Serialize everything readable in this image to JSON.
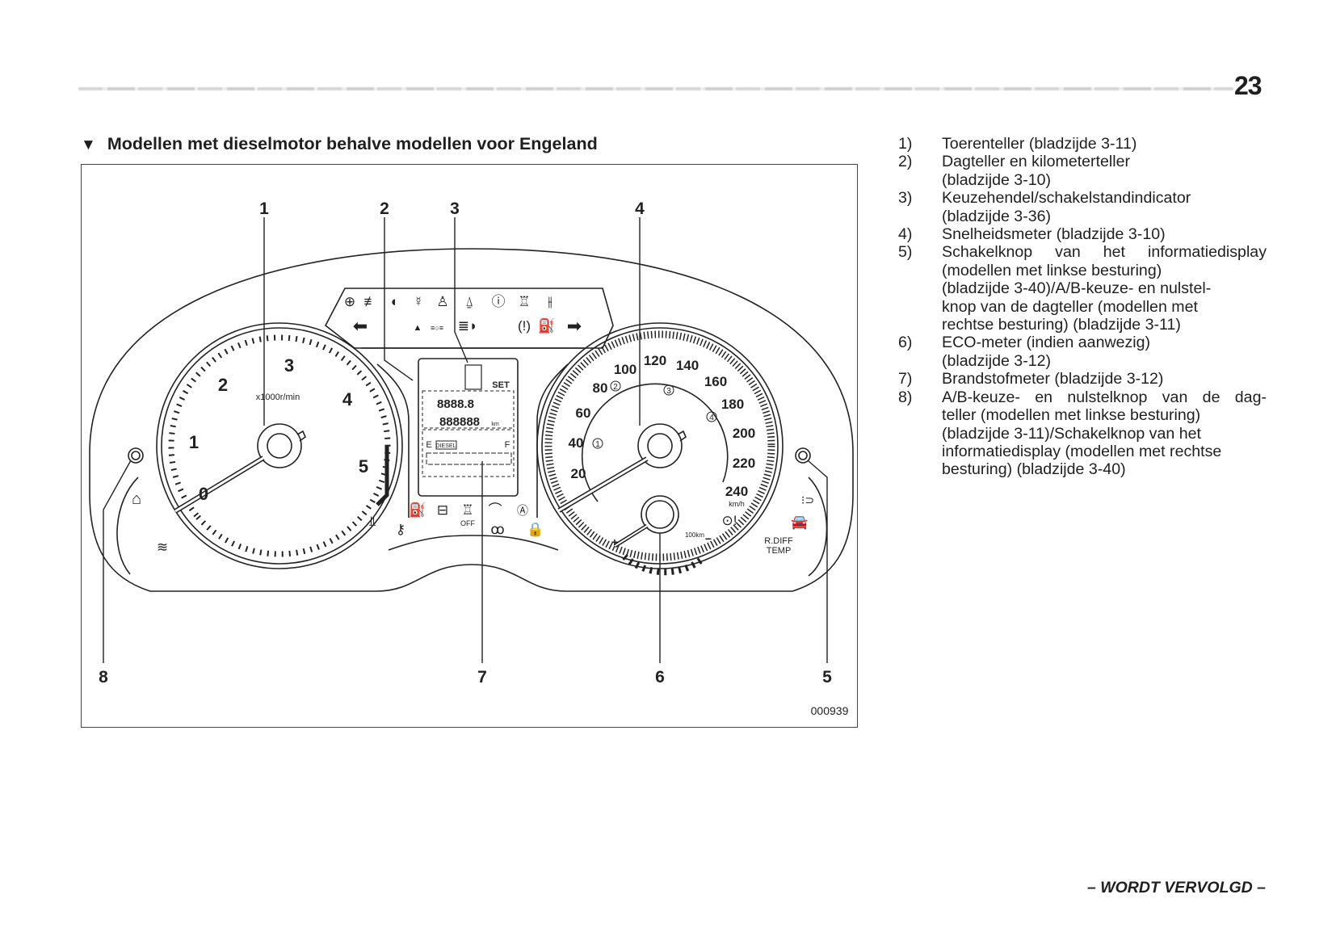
{
  "page_number": "23",
  "section_title": "Modellen met dieselmotor behalve modellen voor Engeland",
  "section_marker_icon": "down-triangle-icon",
  "figure": {
    "id": "000939",
    "callouts": [
      "1",
      "2",
      "3",
      "4",
      "5",
      "6",
      "7",
      "8"
    ],
    "tachometer": {
      "labels": [
        "0",
        "1",
        "2",
        "3",
        "4",
        "5"
      ],
      "unit": "x1000r/min"
    },
    "speedometer": {
      "labels": [
        "20",
        "40",
        "60",
        "80",
        "100",
        "120",
        "140",
        "160",
        "180",
        "200",
        "220",
        "240"
      ],
      "unit": "km/h"
    },
    "eco_meter": {
      "labels": [
        "1",
        "2",
        "3",
        "4"
      ],
      "unit": "100km",
      "plus": "+",
      "minus": "−"
    },
    "fuel_gauge": {
      "empty": "E",
      "full": "F",
      "fuel_type": "DIESEL"
    },
    "lcd": {
      "set": "SET",
      "odometer": "888888",
      "odometer_unit": "km",
      "trip": "8888.8"
    },
    "indicator_labels": {
      "off": "OFF",
      "rdiff": "R.DIFF",
      "temp": "TEMP"
    },
    "icons": [
      "front-fog-light-icon",
      "rear-fog-light-icon",
      "position-light-icon",
      "airbag-icon",
      "seatbelt-icon",
      "door-open-icon",
      "brake-warning-icon",
      "vehicle-dynamics-icon",
      "rear-fog-icon",
      "turn-left-icon",
      "hazard-icon",
      "cruise-icon",
      "high-beam-icon",
      "tpms-icon",
      "fuel-filter-icon",
      "turn-right-icon",
      "fuel-icon",
      "battery-icon",
      "vdc-off-icon",
      "oil-pressure-icon",
      "abs-icon",
      "glow-plug-icon",
      "immobilizer-icon",
      "key-icon",
      "check-engine-icon",
      "coolant-temp-icon",
      "coolant-low-icon",
      "dpf-icon",
      "car-icon",
      "power-steering-icon"
    ]
  },
  "legend": [
    {
      "num": "1)",
      "lines": [
        "Toerenteller (bladzijde 3-11)"
      ]
    },
    {
      "num": "2)",
      "lines": [
        "Dagteller en kilometerteller",
        "(bladzijde 3-10)"
      ]
    },
    {
      "num": "3)",
      "lines": [
        "Keuzehendel/schakelstandindicator",
        "(bladzijde 3-36)"
      ]
    },
    {
      "num": "4)",
      "lines": [
        "Snelheidsmeter (bladzijde 3-10)"
      ]
    },
    {
      "num": "5)",
      "lines": [
        "Schakelknop van het informatiedisplay",
        "(modellen met linkse besturing)",
        "(bladzijde 3-40)/A/B-keuze- en nulstel-",
        "knop van de dagteller (modellen met",
        "rechtse besturing) (bladzijde 3-11)"
      ]
    },
    {
      "num": "6)",
      "lines": [
        "ECO-meter (indien aanwezig)",
        "(bladzijde 3-12)"
      ]
    },
    {
      "num": "7)",
      "lines": [
        "Brandstofmeter (bladzijde 3-12)"
      ]
    },
    {
      "num": "8)",
      "lines": [
        "A/B-keuze- en nulstelknop van de dag-",
        "teller (modellen met linkse besturing)",
        "(bladzijde 3-11)/Schakelknop van het",
        "informatiedisplay (modellen met rechtse",
        "besturing) (bladzijde 3-40)"
      ]
    }
  ],
  "footer": "– WORDT VERVOLGD –"
}
